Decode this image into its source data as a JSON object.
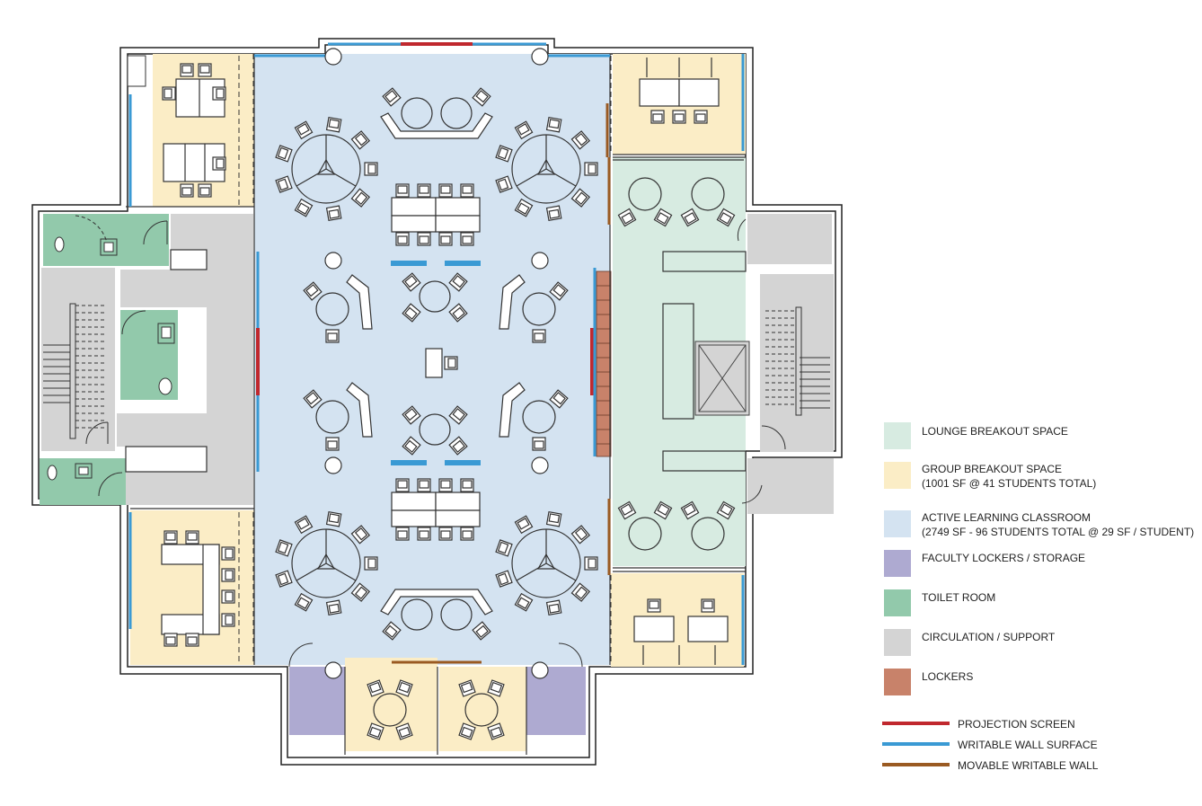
{
  "colors": {
    "lounge": "#d7ebe1",
    "group": "#fbedc6",
    "classroom": "#d4e3f1",
    "faculty": "#aeaad1",
    "toilet": "#92c9ab",
    "circulation": "#d4d4d4",
    "lockers": "#c8826a",
    "projection": "#c0282e",
    "writable": "#3a9ad4",
    "movable": "#9a5a22"
  },
  "legend": {
    "lounge": {
      "label": "LOUNGE BREAKOUT SPACE"
    },
    "group": {
      "label": "GROUP BREAKOUT SPACE",
      "sub": "(1001  SF @ 41 STUDENTS TOTAL)"
    },
    "classroom": {
      "label": "ACTIVE LEARNING CLASSROOM",
      "sub": "(2749 SF - 96 STUDENTS TOTAL @ 29 SF / STUDENT)"
    },
    "faculty": {
      "label": "FACULTY LOCKERS / STORAGE"
    },
    "toilet": {
      "label": "TOILET ROOM"
    },
    "circulation": {
      "label": "CIRCULATION / SUPPORT"
    },
    "lockers": {
      "label": "LOCKERS"
    }
  },
  "line_legend": {
    "projection": "PROJECTION SCREEN",
    "writable": "WRITABLE WALL SURFACE",
    "movable": "MOVABLE WRITABLE WALL"
  }
}
